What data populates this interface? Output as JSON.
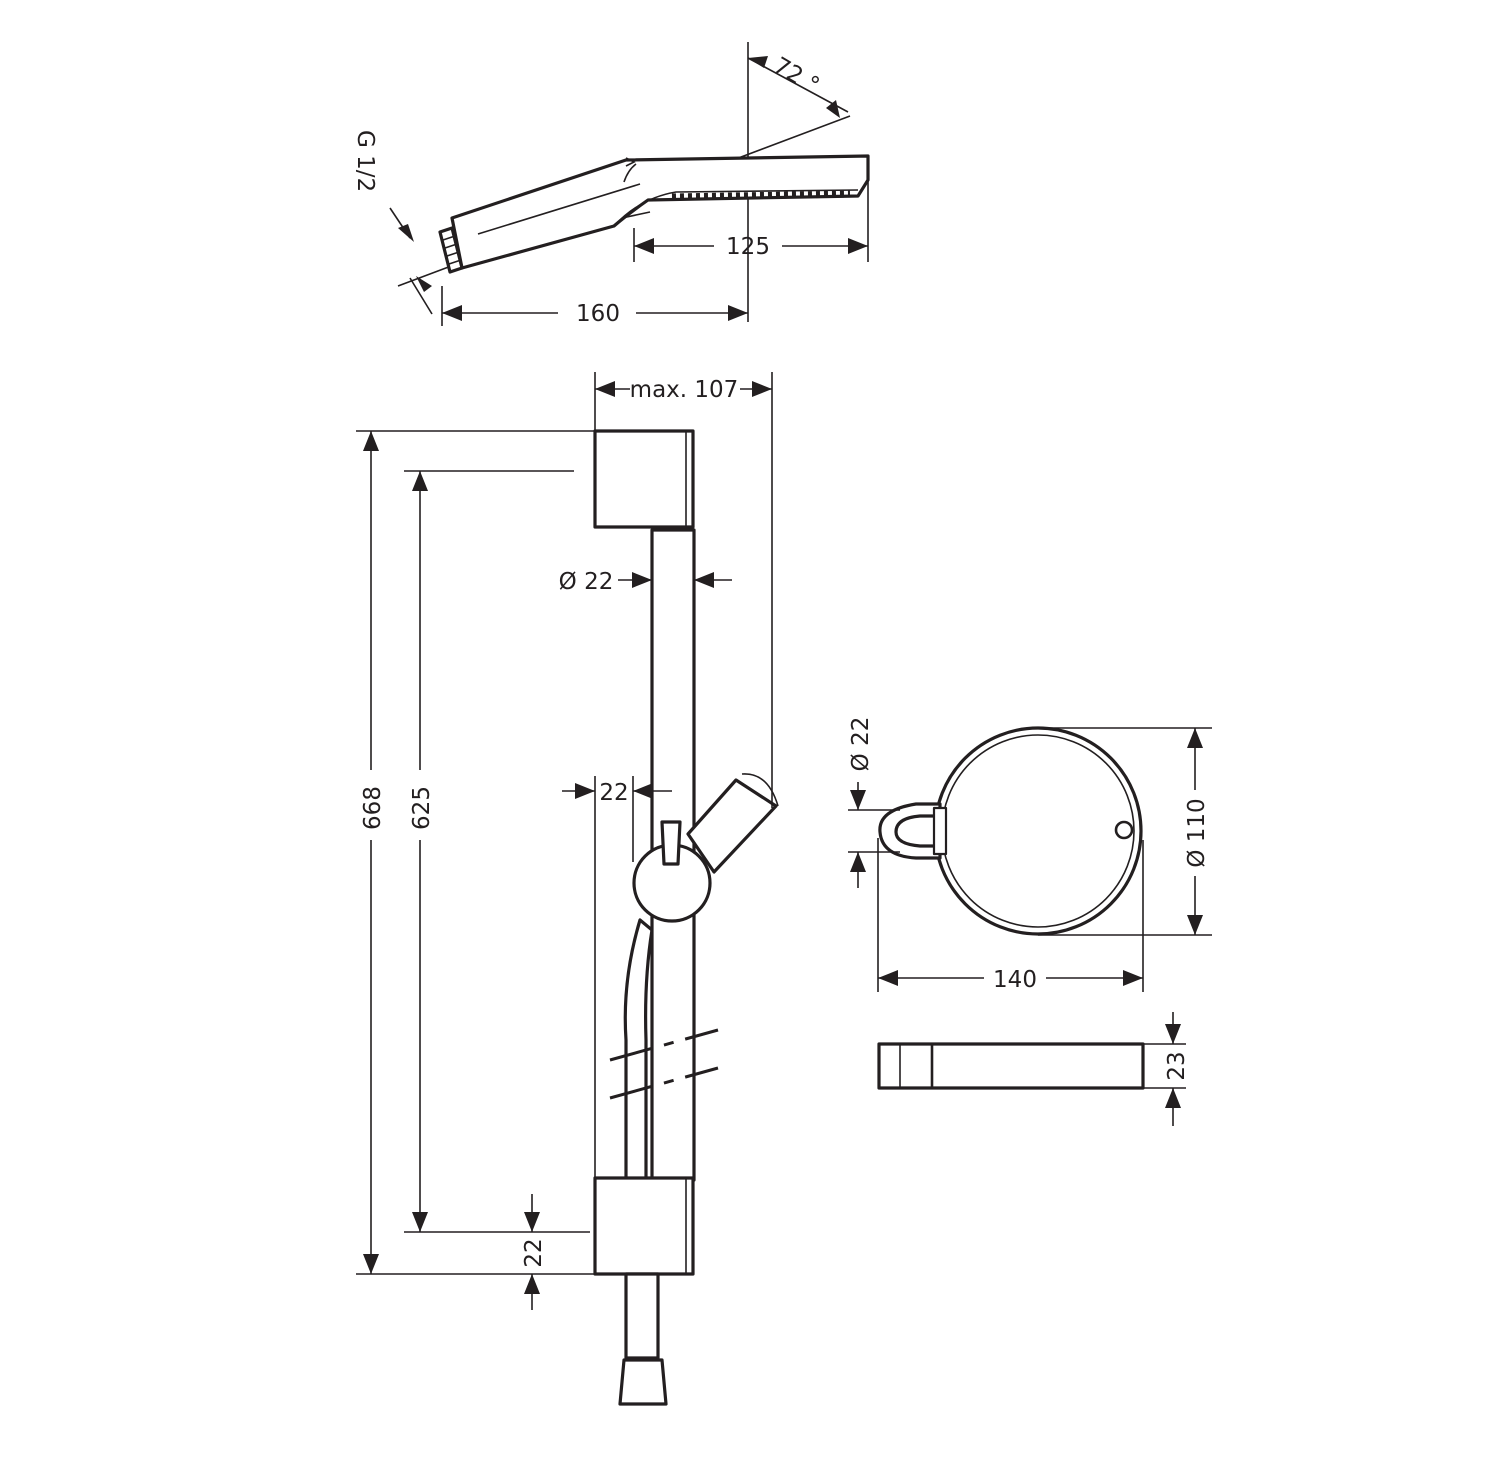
{
  "labels": {
    "handshower_angle": "72 °",
    "handshower_thread": "G 1/2",
    "handshower_face_length": "125",
    "handshower_handle_length": "160",
    "rail_max_projection": "max. 107",
    "rail_diameter": "Ø 22",
    "rail_total_height": "668",
    "rail_fixing_distance": "625",
    "slider_offset": "22",
    "bottom_bracket_offset": "22",
    "shelf_diameter": "Ø 110",
    "shelf_clip_diameter": "Ø 22",
    "shelf_width": "140",
    "shelf_thickness": "23"
  },
  "colors": {
    "ink": "#231f20",
    "paper": "#ffffff"
  }
}
